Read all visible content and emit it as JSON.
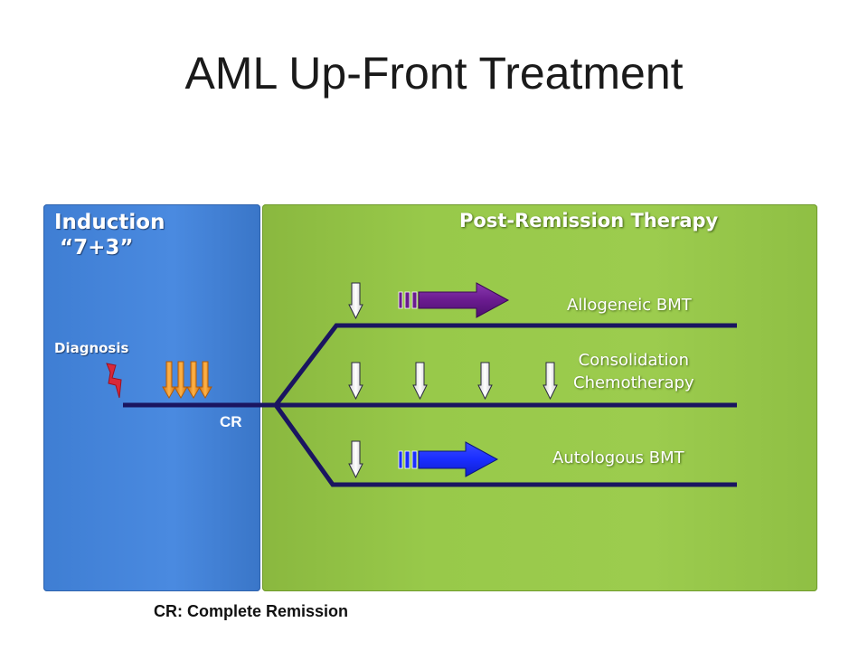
{
  "title": "AML Up-Front Treatment",
  "phases": {
    "induction": {
      "title": "Induction",
      "regimen": "“7+3”",
      "color": "#4a8ae0"
    },
    "post_remission": {
      "title": "Post-Remission Therapy",
      "color": "#9ccc4e"
    }
  },
  "markers": {
    "diagnosis": "Diagnosis",
    "cr": "CR"
  },
  "branches": {
    "allogeneic": "Allogeneic BMT",
    "consolidation_line1": "Consolidation",
    "consolidation_line2": "Chemotherapy",
    "autologous": "Autologous BMT"
  },
  "footnote": "CR: Complete Remission",
  "colors": {
    "timeline": "#1a1560",
    "allo_arrow": "#6a1b8f",
    "auto_arrow": "#1a2eff",
    "induction_arrows": "#f0a030",
    "diagnosis_bolt": "#d8283a"
  },
  "icons": [
    "lightning-bolt-icon",
    "down-arrow-icon",
    "right-arrow-icon"
  ]
}
